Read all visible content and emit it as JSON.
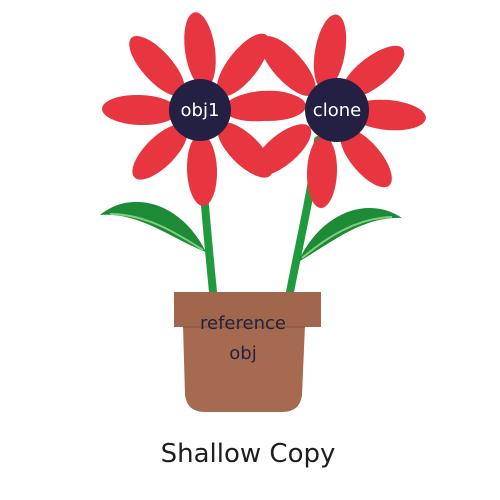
{
  "diagram": {
    "caption": "Shallow Copy",
    "flowers": [
      {
        "label": "obj1"
      },
      {
        "label": "clone"
      }
    ],
    "pot": {
      "line1": "reference",
      "line2": "obj"
    },
    "colors": {
      "petal": "#e7363f",
      "center": "#232044",
      "stem": "#1f9a3c",
      "leaf": "#1d8a36",
      "leaf_vein": "#7fcf7d",
      "pot": "#a56a4f",
      "pot_rim": "#a0674c"
    }
  }
}
